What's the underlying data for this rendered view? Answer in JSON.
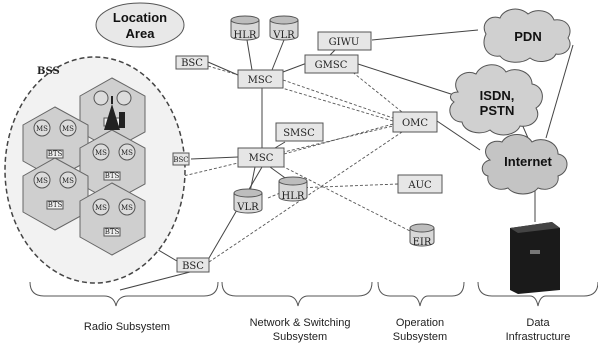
{
  "nodes": {
    "location_area": [
      "Location",
      "Area"
    ],
    "bss": "BSS",
    "bsc_top": "BSC",
    "bsc_mid": "BSC",
    "bsc_bottom": "BSC",
    "msc_top": "MSC",
    "msc_mid": "MSC",
    "gmsc": "GMSC",
    "giwu": "GIWU",
    "smsc": "SMSC",
    "omc": "OMC",
    "auc": "AUC",
    "hlr_top": "HLR",
    "vlr_top": "VLR",
    "hlr_mid": "HLR",
    "vlr_mid": "VLR",
    "eir": "EIR",
    "ms": "MS",
    "bts": "BTS",
    "pdn": "PDN",
    "isdn": [
      "ISDN,",
      "PSTN"
    ],
    "internet": "Internet"
  },
  "subsystems": {
    "radio": [
      "Radio Subsystem"
    ],
    "network": [
      "Network & Switching",
      "Subsystem"
    ],
    "operation": [
      "Operation",
      "Subsystem"
    ],
    "data": [
      "Data",
      "Infrastructure"
    ]
  }
}
